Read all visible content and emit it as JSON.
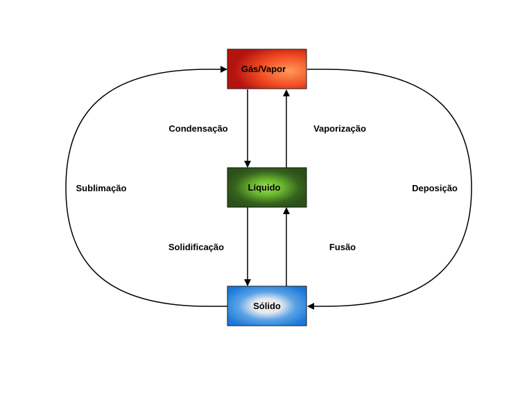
{
  "states": {
    "gas": {
      "label": "Gás/Vapor",
      "color": "#e8321e",
      "glow": "#ff9a5a"
    },
    "liquid": {
      "label": "Líquido",
      "color": "#2f5a1d",
      "glow": "#8ed43a"
    },
    "solid": {
      "label": "Sólido",
      "color": "#1b7ad6",
      "glow": "#f0f0f0"
    }
  },
  "transitions": {
    "condensation": "Condensação",
    "vaporization": "Vaporização",
    "solidification": "Solidificação",
    "fusion": "Fusão",
    "sublimation": "Sublimação",
    "deposition": "Deposição"
  }
}
